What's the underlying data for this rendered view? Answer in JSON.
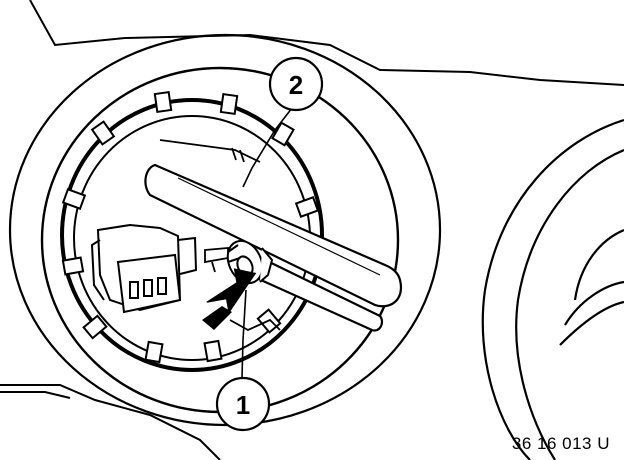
{
  "callouts": [
    {
      "number": "1"
    },
    {
      "number": "2"
    }
  ],
  "reference_code": "36 16 013 U",
  "colors": {
    "ink": "#000000",
    "paper": "#ffffff"
  }
}
